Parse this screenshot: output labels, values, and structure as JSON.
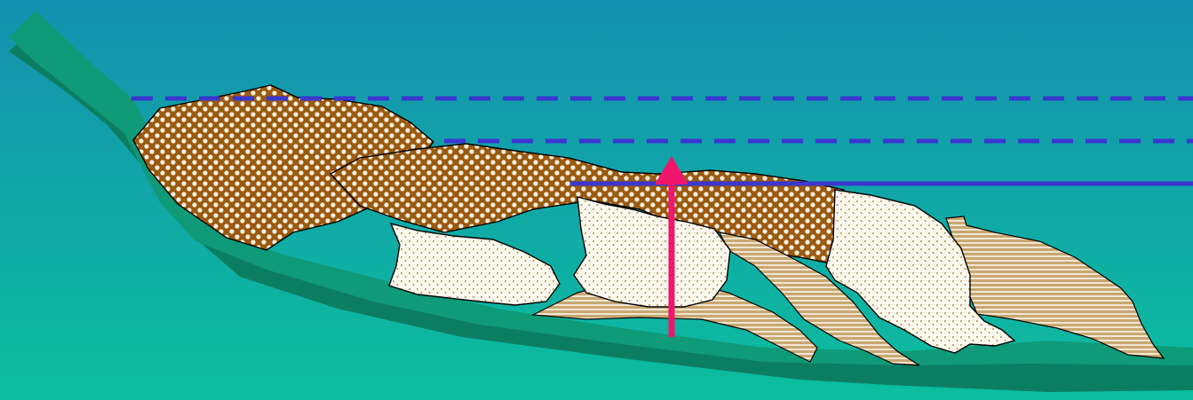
{
  "diagram": {
    "kind": "geological cross-section",
    "colors": {
      "background_top": "#1590b0",
      "background_bottom": "#0cbe9e",
      "slope_surface": "#0f9a78",
      "slope_shadow": "#0b7e62",
      "checker_fill": "#9a5a10",
      "checker_dot": "#f7efe0",
      "stipple_fill": "#fbf8ee",
      "stipple_dot": "#b08a4e",
      "stripe_fill": "#c9a771",
      "stripe_light": "#f1e6d2",
      "water_lines": "#3a36cf",
      "arrow": "#f0166e"
    },
    "lines": {
      "upper_dashed": "dashed",
      "middle_dashed": "dashed",
      "lower_solid": "solid"
    },
    "arrow_direction": "up"
  }
}
